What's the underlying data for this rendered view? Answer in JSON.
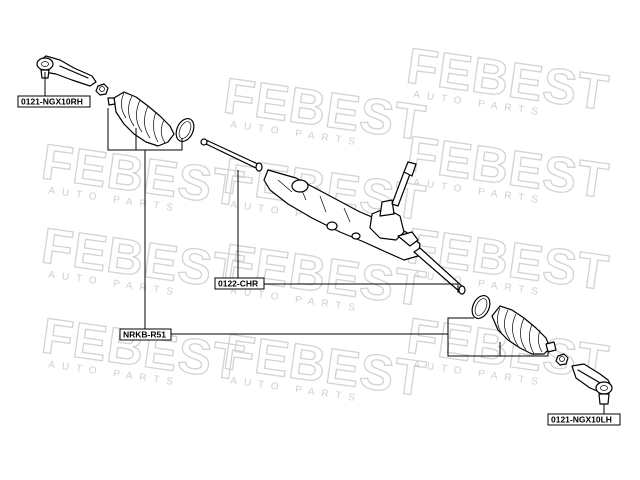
{
  "watermark": {
    "brand": "FEBEST",
    "tagline": "AUTO PARTS"
  },
  "parts": {
    "tie_rod_end_right": "0121-NGX10RH",
    "tie_rod_end_left": "0121-NGX10LH",
    "steering_rack": "0122-CHR",
    "boot_kit": "NRKB-R51"
  }
}
